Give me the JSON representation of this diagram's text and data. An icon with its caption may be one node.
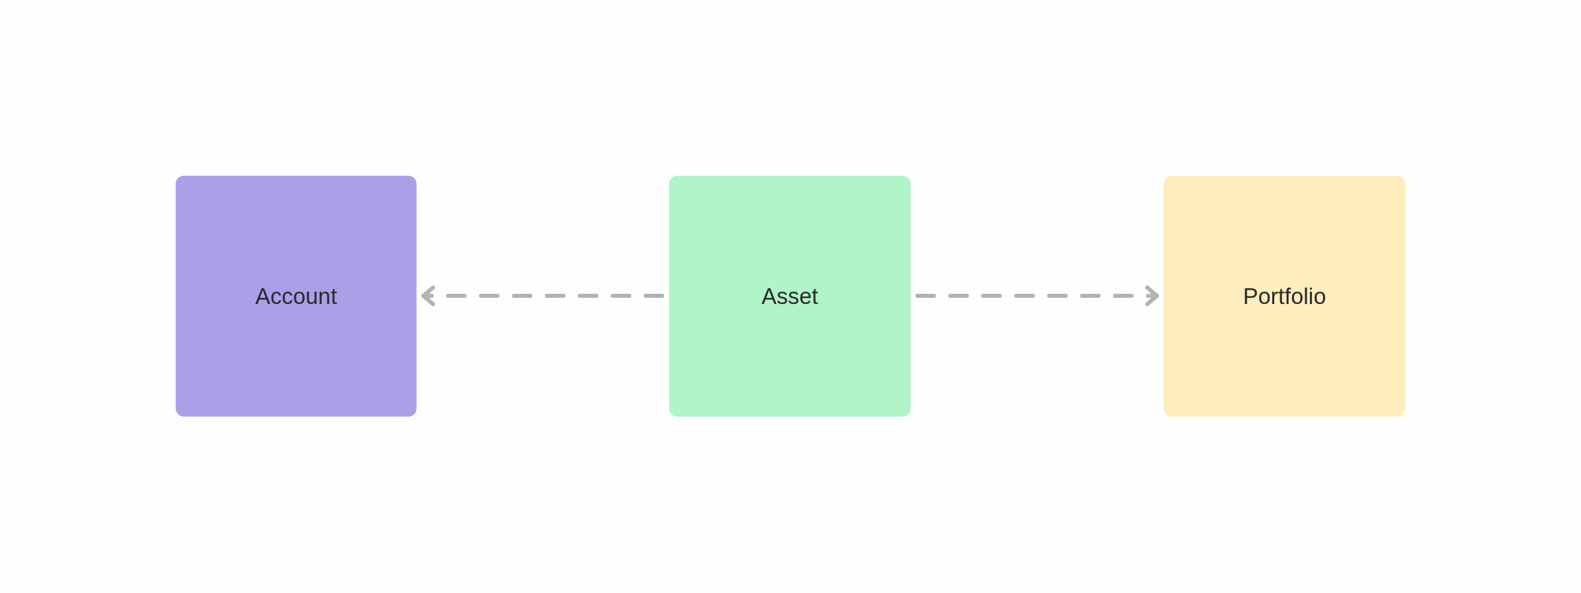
{
  "diagram": {
    "nodes": [
      {
        "text": [
          "Account"
        ]
      },
      {
        "text": [
          "Asset"
        ]
      },
      {
        "text": [
          "Portfolio"
        ]
      }
    ],
    "edges": [
      {
        "from": 1,
        "to": 0,
        "arrow": "to",
        "style": "dashed"
      },
      {
        "from": 1,
        "to": 2,
        "arrow": "to",
        "style": "dashed"
      }
    ]
  }
}
